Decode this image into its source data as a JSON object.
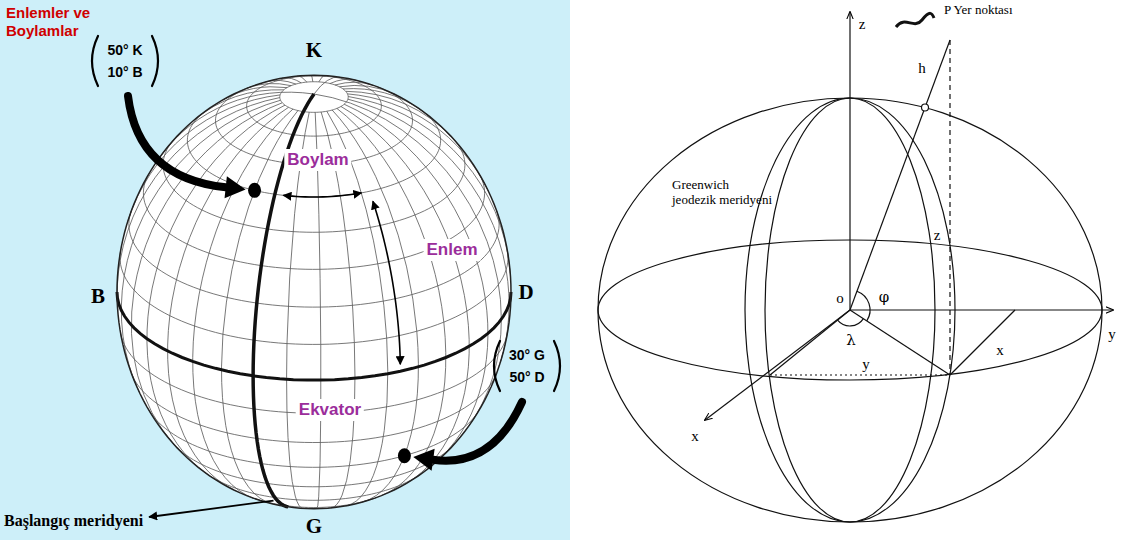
{
  "diagram": {
    "title": "Enlemler ve Boylamlar",
    "labels": [
      "K",
      "B",
      "D",
      "G",
      "Boylam",
      "Enlem",
      "Ekvator",
      "50° K",
      "10° B",
      "30° G",
      "50° D",
      "Başlangıç meridyeni",
      "P Yer noktası",
      "Greenwich jeodezik meridyeni",
      "z",
      "h",
      "z",
      "o",
      "φ",
      "λ",
      "y",
      "x",
      "y",
      "x"
    ]
  }
}
